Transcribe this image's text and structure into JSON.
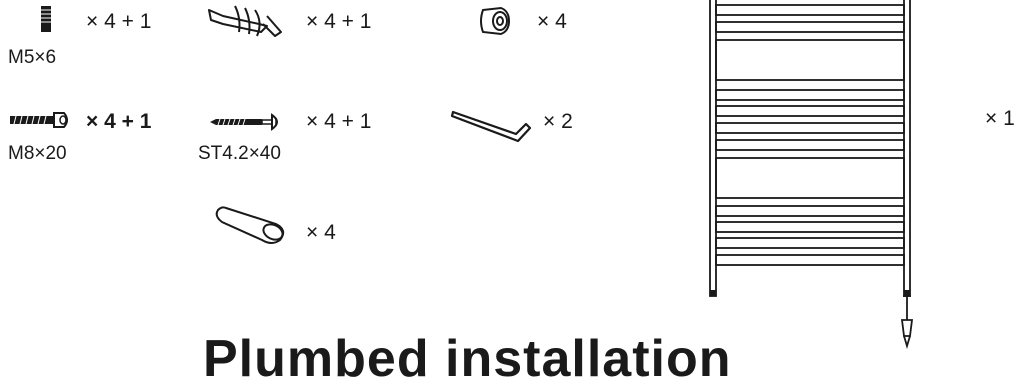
{
  "parts": {
    "m5_screw": {
      "qty": "× 4 + 1",
      "label": "M5×6"
    },
    "wall_plug": {
      "qty": "× 4 + 1"
    },
    "cap": {
      "qty": "× 4"
    },
    "m8_bolt": {
      "qty": "× 4 + 1",
      "label": "M8×20"
    },
    "wood_screw": {
      "qty": "× 4 + 1",
      "label": "ST4.2×40"
    },
    "hex_key": {
      "qty": "× 2"
    },
    "tube_spacer": {
      "qty": "× 4"
    },
    "towel_rail": {
      "qty": "× 1"
    }
  },
  "heading": "Plumbed installation",
  "colors": {
    "ink": "#1a1a1a",
    "background": "#ffffff"
  }
}
